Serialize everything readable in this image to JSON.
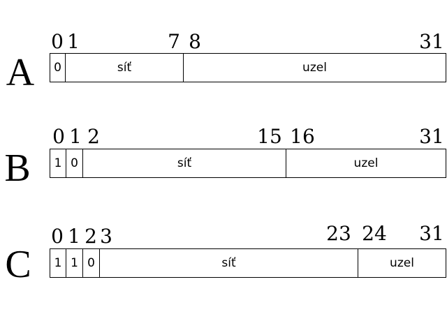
{
  "classes": [
    {
      "name": "A",
      "bit_numbers": [
        "0",
        "1",
        "7",
        "8",
        "31"
      ],
      "fields": [
        {
          "label": "0",
          "bits": 1
        },
        {
          "label": "síť",
          "bits": 7
        },
        {
          "label": "uzel",
          "bits": 24
        }
      ]
    },
    {
      "name": "B",
      "bit_numbers": [
        "0",
        "1",
        "2",
        "15",
        "16",
        "31"
      ],
      "fields": [
        {
          "label": "1",
          "bits": 1
        },
        {
          "label": "0",
          "bits": 1
        },
        {
          "label": "síť",
          "bits": 14
        },
        {
          "label": "uzel",
          "bits": 16
        }
      ]
    },
    {
      "name": "C",
      "bit_numbers": [
        "0",
        "1",
        "2",
        "3",
        "23",
        "24",
        "31"
      ],
      "fields": [
        {
          "label": "1",
          "bits": 1
        },
        {
          "label": "1",
          "bits": 1
        },
        {
          "label": "0",
          "bits": 1
        },
        {
          "label": "síť",
          "bits": 21
        },
        {
          "label": "uzel",
          "bits": 8
        }
      ]
    }
  ]
}
